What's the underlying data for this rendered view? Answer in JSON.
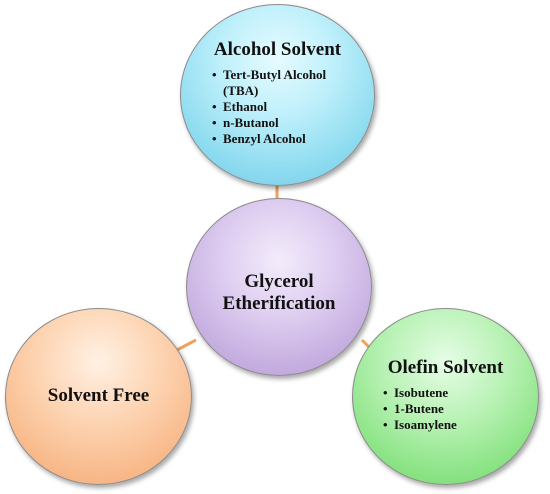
{
  "diagram": {
    "top_node": {
      "title": "Alcohol Solvent",
      "items": [
        "Tert-Butyl Alcohol",
        "(TBA)",
        "Ethanol",
        "n-Butanol",
        "Benzyl Alcohol"
      ]
    },
    "center_node": {
      "line1": "Glycerol",
      "line2": "Etherification"
    },
    "left_node": {
      "title": "Solvent Free"
    },
    "right_node": {
      "title": "Olefin Solvent",
      "items": [
        "Isobutene",
        "1-Butene",
        "Isoamylene"
      ]
    },
    "colors": {
      "connector": "#f2a15a",
      "top_fill": "#8fdcf0",
      "center_fill": "#c4acdf",
      "left_fill": "#f8b98a",
      "right_fill": "#8ae384",
      "border": "#8a8a8a"
    }
  }
}
